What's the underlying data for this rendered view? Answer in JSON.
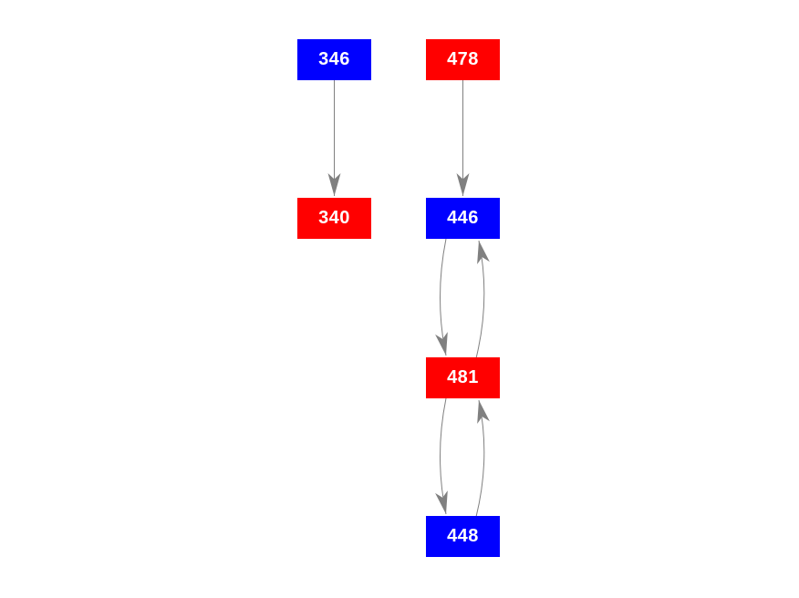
{
  "diagram": {
    "type": "directed-graph",
    "background_color": "#ffffff",
    "edge_color": "#808080",
    "label_color": "#ffffff",
    "nodes": [
      {
        "id": "346",
        "label": "346",
        "color": "#0000ff"
      },
      {
        "id": "478",
        "label": "478",
        "color": "#ff0000"
      },
      {
        "id": "340",
        "label": "340",
        "color": "#ff0000"
      },
      {
        "id": "446",
        "label": "446",
        "color": "#0000ff"
      },
      {
        "id": "481",
        "label": "481",
        "color": "#ff0000"
      },
      {
        "id": "448",
        "label": "448",
        "color": "#0000ff"
      }
    ],
    "edges": [
      {
        "from": "346",
        "to": "340",
        "style": "straight"
      },
      {
        "from": "478",
        "to": "446",
        "style": "straight"
      },
      {
        "from": "446",
        "to": "481",
        "style": "curved-left"
      },
      {
        "from": "481",
        "to": "446",
        "style": "curved-right"
      },
      {
        "from": "481",
        "to": "448",
        "style": "curved-left"
      },
      {
        "from": "448",
        "to": "481",
        "style": "curved-right"
      }
    ]
  }
}
